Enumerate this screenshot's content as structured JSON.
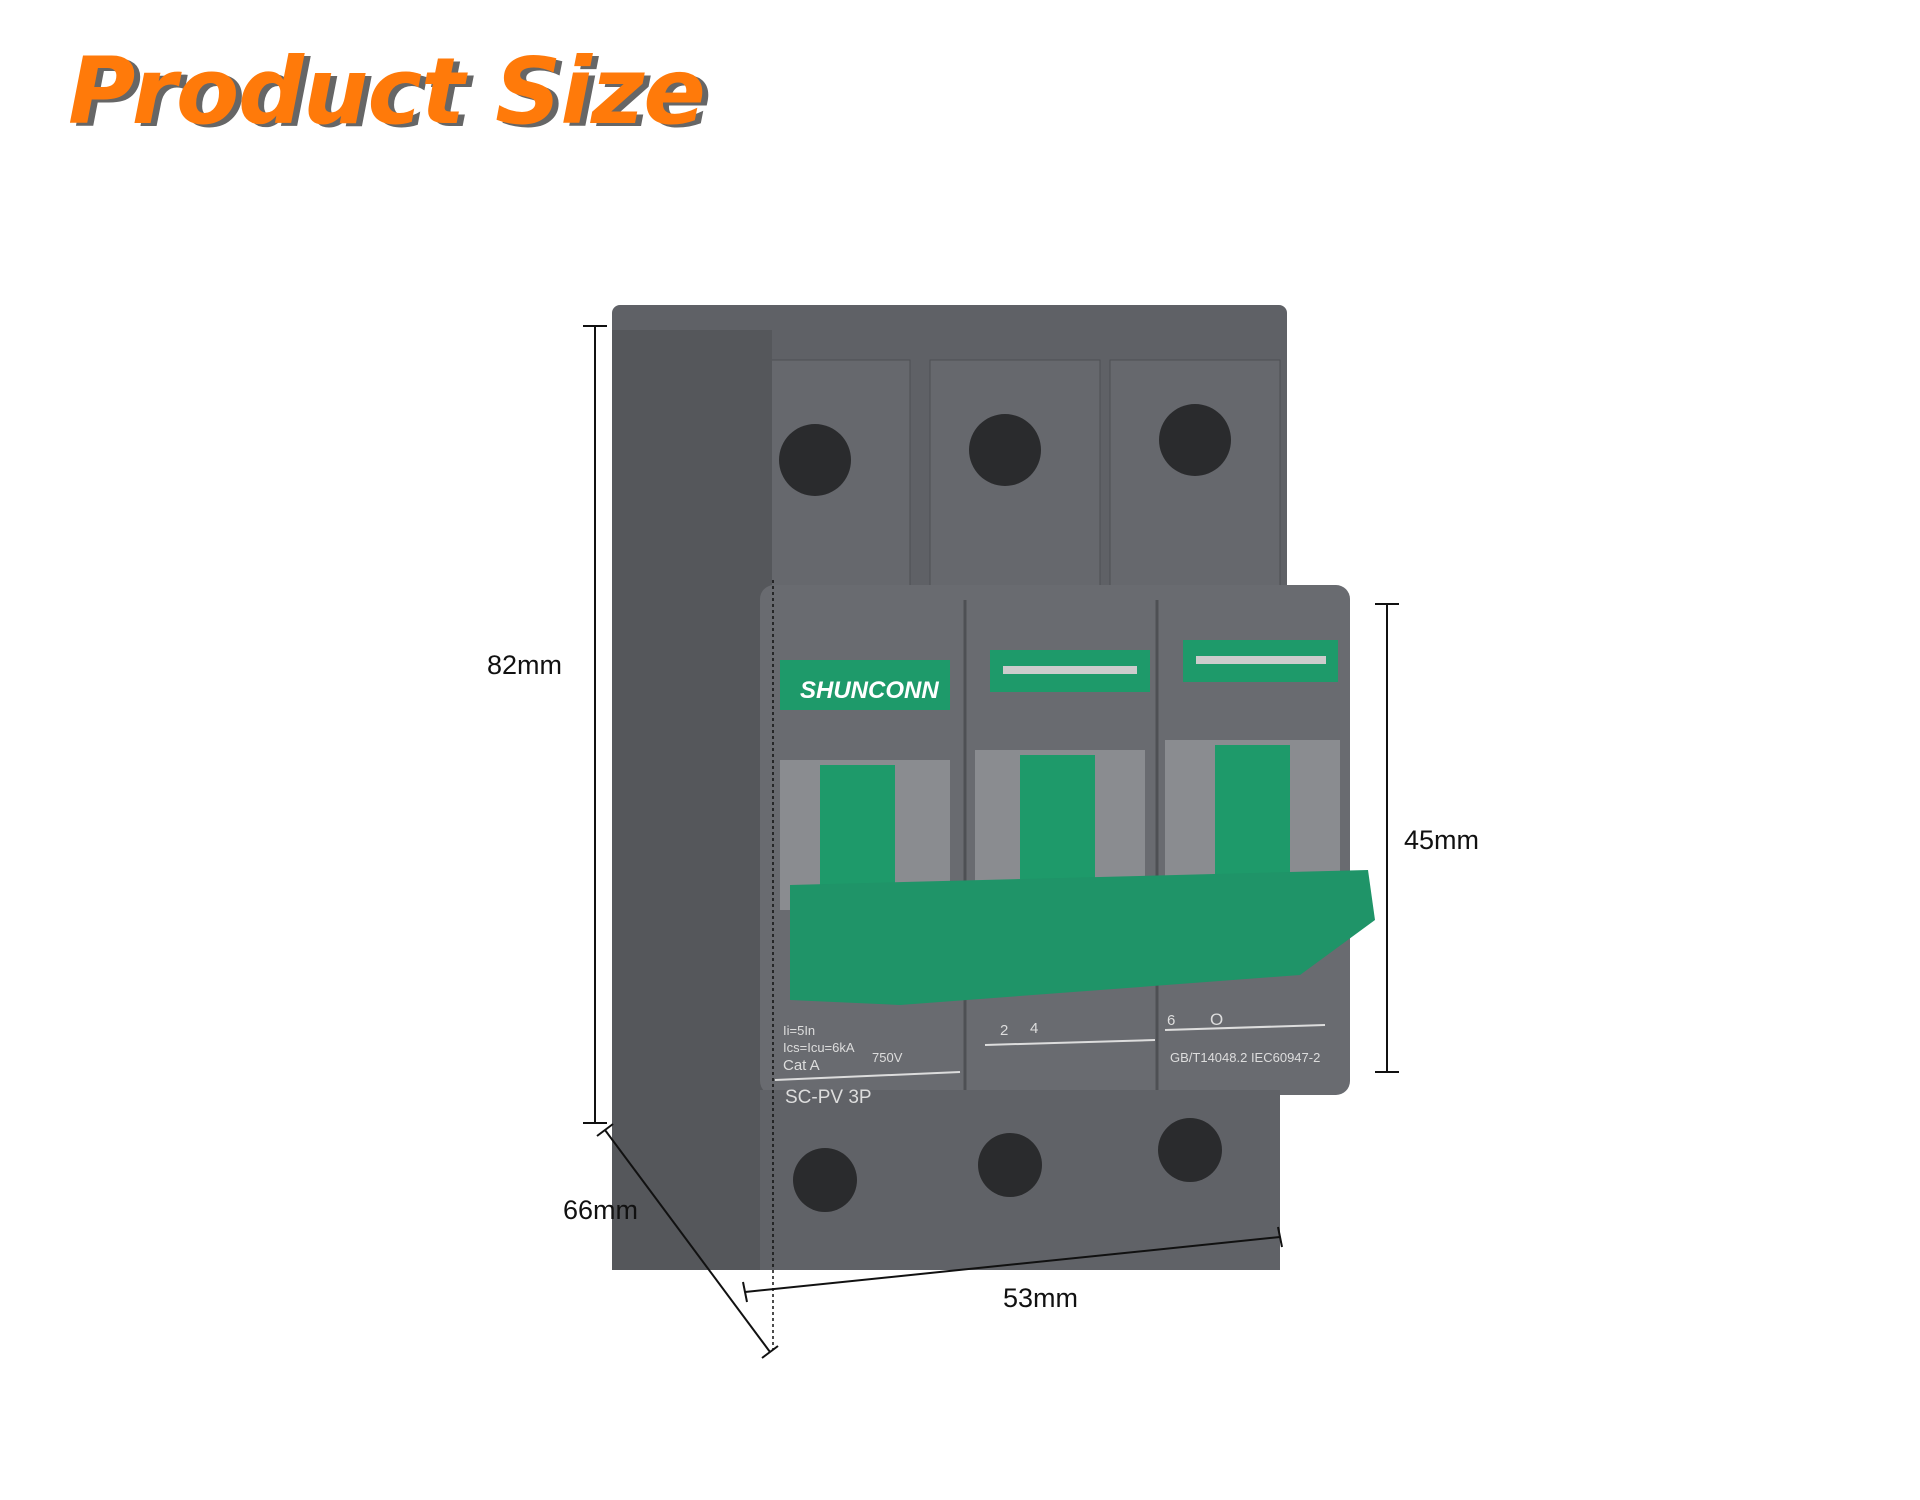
{
  "title": "Product Size",
  "dimensions": {
    "height": "82mm",
    "depth": "66mm",
    "width": "53mm",
    "front_height": "45mm"
  },
  "product": {
    "brand": "SHUNCONN",
    "model": "SC-PV 3P",
    "label_lines": [
      "Ii=5In",
      "Ics=Icu=6kA",
      "Cat A",
      "750V"
    ],
    "terminals": [
      "2",
      "4",
      "6"
    ],
    "off_mark": "O",
    "standards": "GB/T14048.2 IEC60947-2",
    "colors": {
      "body": "#5c5e63",
      "handle": "#1e9a6a",
      "title": "#ff7a0a"
    }
  }
}
